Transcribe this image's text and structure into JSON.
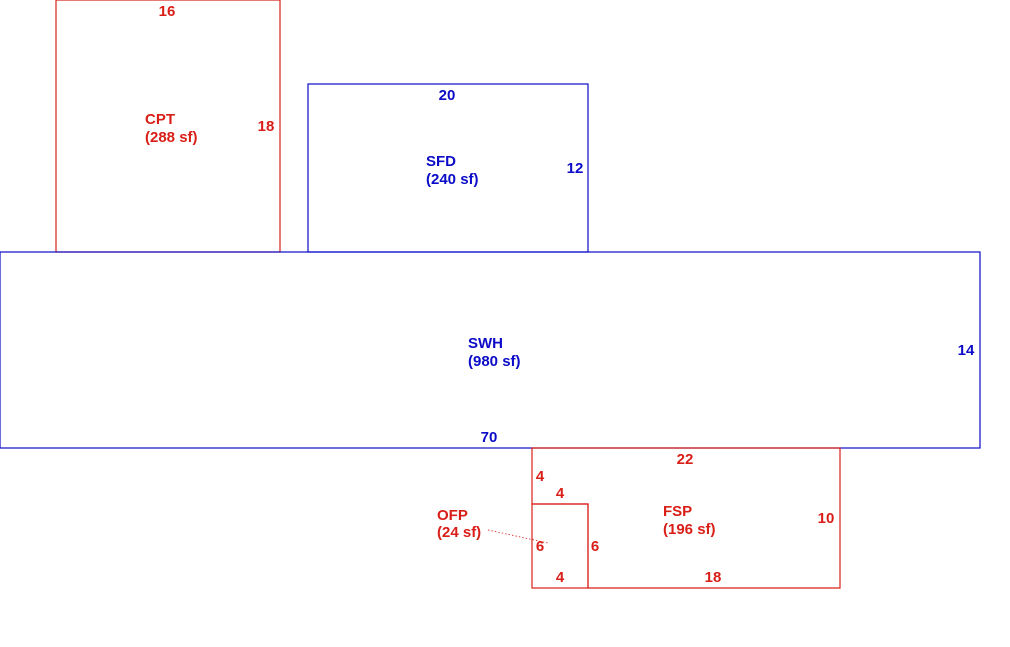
{
  "colors": {
    "red": "#d91e18",
    "blue": "#0b0bc8",
    "background": "#ffffff"
  },
  "areas": [
    {
      "code": "CPT",
      "area": "(288 sf)",
      "color": "red",
      "dims": {
        "top": "16",
        "right": "18"
      }
    },
    {
      "code": "SFD",
      "area": "(240 sf)",
      "color": "blue",
      "dims": {
        "top": "20",
        "right": "12"
      }
    },
    {
      "code": "SWH",
      "area": "(980 sf)",
      "color": "blue",
      "dims": {
        "bottom": "70",
        "right": "14"
      }
    },
    {
      "code": "FSP",
      "area": "(196 sf)",
      "color": "red",
      "dims": {
        "top": "22",
        "right": "10",
        "bottom": "18",
        "left_upper": "4",
        "notch_top": "4"
      }
    },
    {
      "code": "OFP",
      "area": "(24 sf)",
      "color": "red",
      "dims": {
        "left": "6",
        "right": "6",
        "bottom": "4"
      }
    }
  ]
}
